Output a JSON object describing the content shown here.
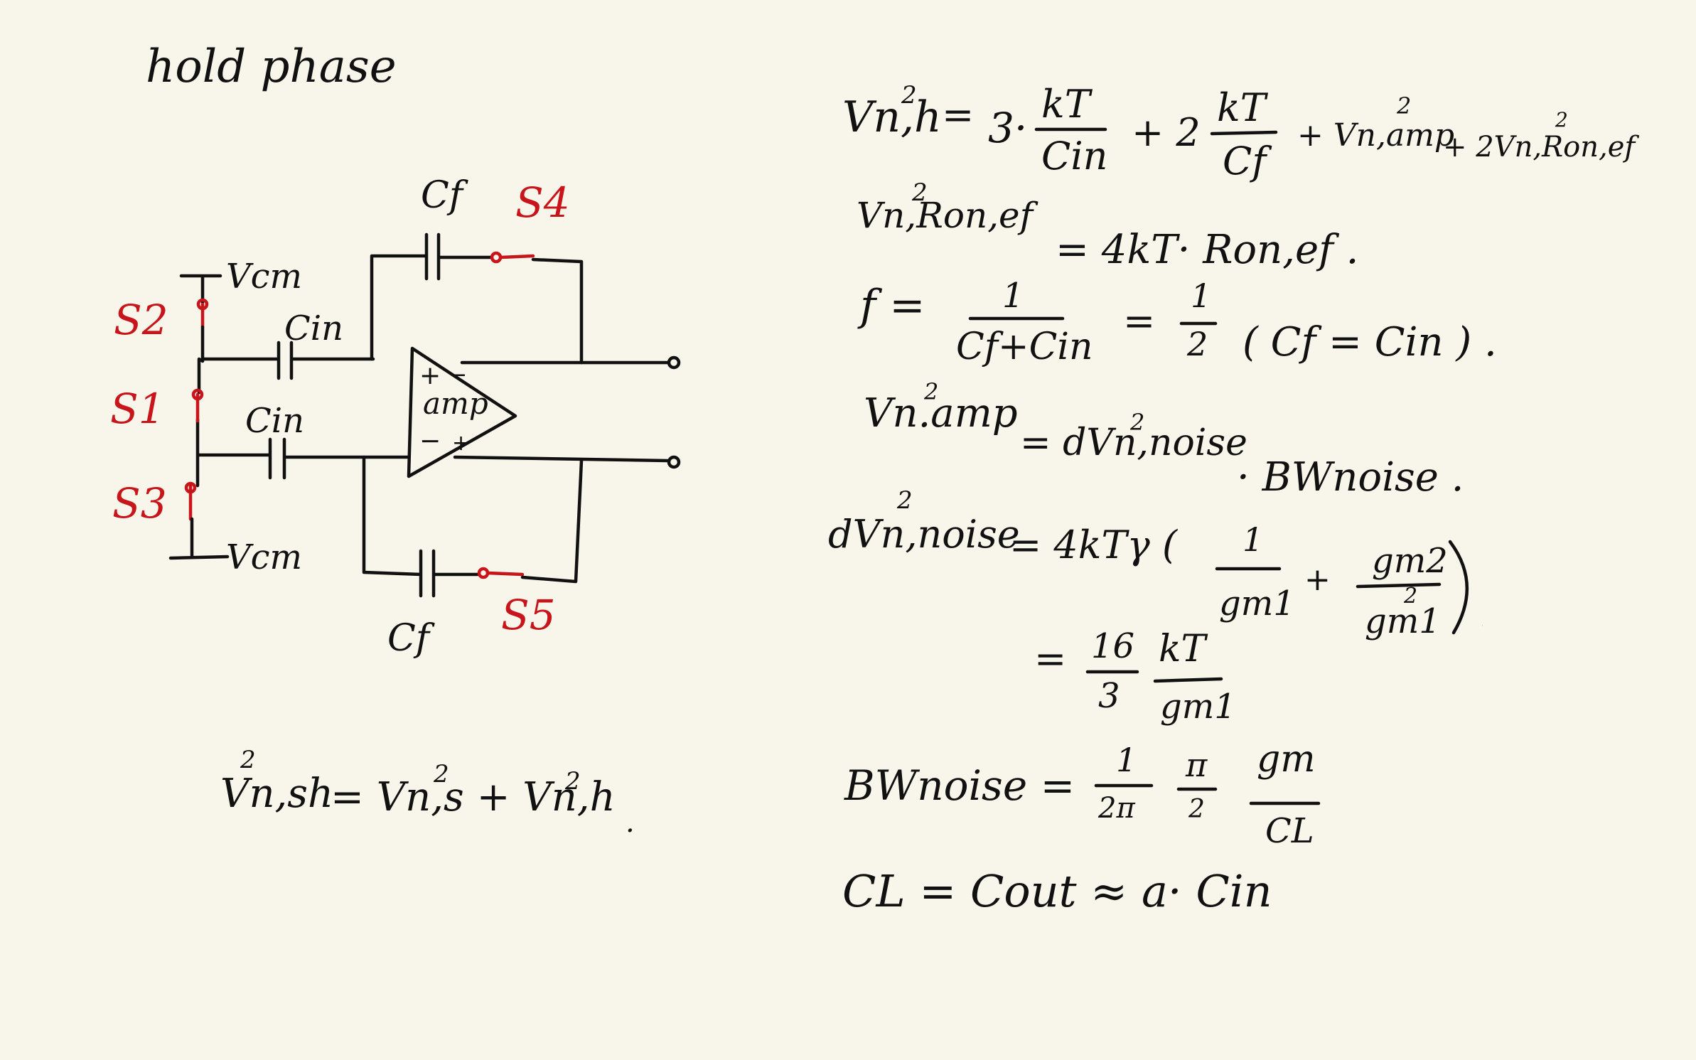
{
  "page": {
    "title": "hold phase"
  },
  "circuit": {
    "vcm_top": "Vcm",
    "vcm_bottom": "Vcm",
    "s1": "S1",
    "s2": "S2",
    "s3": "S3",
    "s4": "S4",
    "s5": "S5",
    "cin_top": "Cin",
    "cin_bottom": "Cin",
    "cf_top": "Cf",
    "cf_bottom": "Cf",
    "amp_label": "amp",
    "amp_plus_in": "+",
    "amp_minus_out": "−",
    "amp_minus_in": "−",
    "amp_plus_out": "+"
  },
  "bottom_eq": {
    "lhs": "Vn,sh",
    "lhs_exp": "2",
    "rhs": "= Vn,s + Vn,h",
    "rhs_exp1": "2",
    "rhs_exp2": "2",
    "dot": "."
  },
  "equations": {
    "e1": {
      "lhs": "Vn,h",
      "exp": "2",
      "eq": "=",
      "t1": "3·",
      "t1_num": "kT",
      "t1_den": "Cin",
      "t2": "+ 2",
      "t2_num": "kT",
      "t2_den": "Cf",
      "t3": "+ Vn,amp",
      "t3_exp": "2",
      "t4": "+ 2Vn,Ron,ef",
      "t4_exp": "2"
    },
    "e2": {
      "lhs": "Vn,Ron,ef",
      "exp": "2",
      "rhs": "=  4kT· Ron,ef ."
    },
    "e3": {
      "lhs": "f =",
      "num": "1",
      "den": "Cf+Cin",
      "eq2": "=",
      "num2": "1",
      "den2": "2",
      "paren": "( Cf = Cin ) ."
    },
    "e4": {
      "lhs": "Vn.amp",
      "exp": "2",
      "rhs": "= dVn,noise",
      "rhs_exp": "2",
      "tail": "· BWnoise ."
    },
    "e5": {
      "lhs": "dVn,noise",
      "exp": "2",
      "rhs": "=  4kTγ (",
      "f1_num": "1",
      "f1_den": "gm1",
      "plus": "+",
      "f2_num": "gm2",
      "f2_den": "gm1",
      "f2_exp": "2",
      "close": ")"
    },
    "e6": {
      "eq": "=",
      "num1": "16",
      "den1": "3",
      "num2": "kT",
      "den2": "gm1"
    },
    "e7": {
      "lhs": "BWnoise =",
      "n1": "1",
      "d1": "2π",
      "n2": "π",
      "d2": "2",
      "n3": "gm",
      "d3": "CL"
    },
    "e8": {
      "text": "CL  =  Cout  ≈  a· Cin"
    }
  }
}
